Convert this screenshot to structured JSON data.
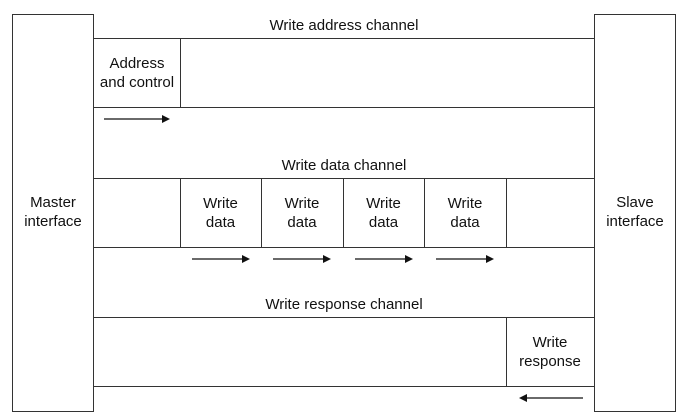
{
  "master": {
    "label": "Master\ninterface"
  },
  "slave": {
    "label": "Slave\ninterface"
  },
  "channels": {
    "write_address": {
      "title": "Write address channel",
      "cells": [
        "Address\nand control"
      ]
    },
    "write_data": {
      "title": "Write data channel",
      "cells": [
        "Write\ndata",
        "Write\ndata",
        "Write\ndata",
        "Write\ndata"
      ]
    },
    "write_response": {
      "title": "Write response channel",
      "cells": [
        "Write\nresponse"
      ]
    }
  }
}
